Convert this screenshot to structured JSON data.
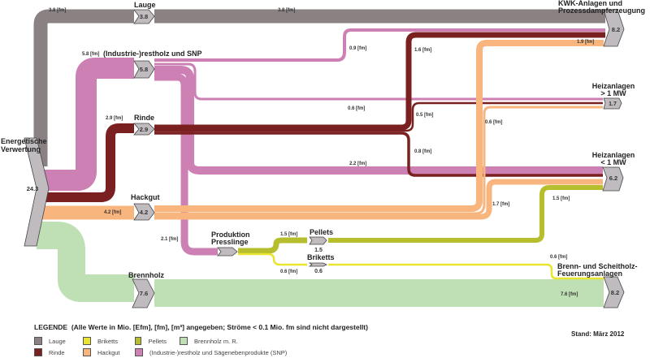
{
  "colors": {
    "lauge": "#8a8282",
    "snp": "#cc80b4",
    "rinde": "#7a2020",
    "hackgut": "#f8b57e",
    "brennholz": "#bfe0b4",
    "pellets": "#b6be2e",
    "briketts": "#e8e430",
    "node": "#c0bbbf",
    "node_border": "#444444"
  },
  "nodes": {
    "source": {
      "title_line1": "Energetische",
      "title_line2": "Verwertung",
      "value": "24.3"
    },
    "lauge": {
      "title": "Lauge",
      "value": "3.8"
    },
    "snp": {
      "title": "(Industrie-)restholz und SNP",
      "value": "5.8"
    },
    "rinde": {
      "title": "Rinde",
      "value": "2.9"
    },
    "hackgut": {
      "title": "Hackgut",
      "value": "4.2"
    },
    "brennholz": {
      "title": "Brennholz",
      "value": "7.6"
    },
    "presslinge": {
      "title_line1": "Produktion",
      "title_line2": "Presslinge"
    },
    "pellets": {
      "title": "Pellets",
      "value": "1.5"
    },
    "briketts": {
      "title": "Briketts",
      "value": "0.6"
    },
    "kwk": {
      "title_line1": "KWK-Anlagen und",
      "title_line2": "Prozessdampferzeugung",
      "value": "8.2"
    },
    "heiz_gt1": {
      "title_line1": "Heizanlagen",
      "title_line2": "> 1 MW",
      "value": "1.7"
    },
    "heiz_lt1": {
      "title_line1": "Heizanlagen",
      "title_line2": "< 1 MW",
      "value": "6.2"
    },
    "brenn_scheit": {
      "title_line1": "Brenn- und Scheitholz-",
      "title_line2": "Feuerungsanlagen",
      "value": "8.2"
    }
  },
  "flow_labels": {
    "lauge_in": "3.8 [fm]",
    "lauge_kwk": "3.8 [fm]",
    "snp_in": "5.8 [fm]",
    "snp_kwk": "0.9 [fm]",
    "snp_heiz_gt1": "0.6 [fm]",
    "snp_heiz_lt1": "2.2 [fm]",
    "snp_presslinge": "2.1 [fm]",
    "rinde_in": "2.9 [fm]",
    "rinde_kwk": "1.6 [fm]",
    "rinde_heiz_gt1": "0.5 [fm]",
    "rinde_heiz_lt1": "0.8 [fm]",
    "hackgut_in": "4.2 [fm]",
    "hackgut_kwk": "1.9 [fm]",
    "hackgut_heiz_gt1": "0.6 [fm]",
    "hackgut_heiz_lt1": "1.7 [fm]",
    "pellets_in": "1.5 [fm]",
    "pellets_heiz_lt1": "1.5 [fm]",
    "briketts_in": "0.6 [fm]",
    "briketts_brenn": "0.6 [fm]",
    "brennholz_brenn": "7.6 [fm]"
  },
  "legend": {
    "title": "LEGENDE",
    "subtitle": "(Alle Werte in Mio. [Efm], [fm], [m³] angegeben; Ströme < 0.1 Mio. fm sind nicht dargestellt)",
    "items": [
      {
        "label": "Lauge",
        "key": "lauge"
      },
      {
        "label": "Briketts",
        "key": "briketts"
      },
      {
        "label": "Pellets",
        "key": "pellets"
      },
      {
        "label": "Brennholz m. R.",
        "key": "brennholz"
      },
      {
        "label": "Rinde",
        "key": "rinde"
      },
      {
        "label": "Hackgut",
        "key": "hackgut"
      },
      {
        "label": "(Industrie-)restholz und Sägenebenprodukte (SNP)",
        "key": "snp"
      }
    ]
  },
  "stand": "Stand: März 2012"
}
